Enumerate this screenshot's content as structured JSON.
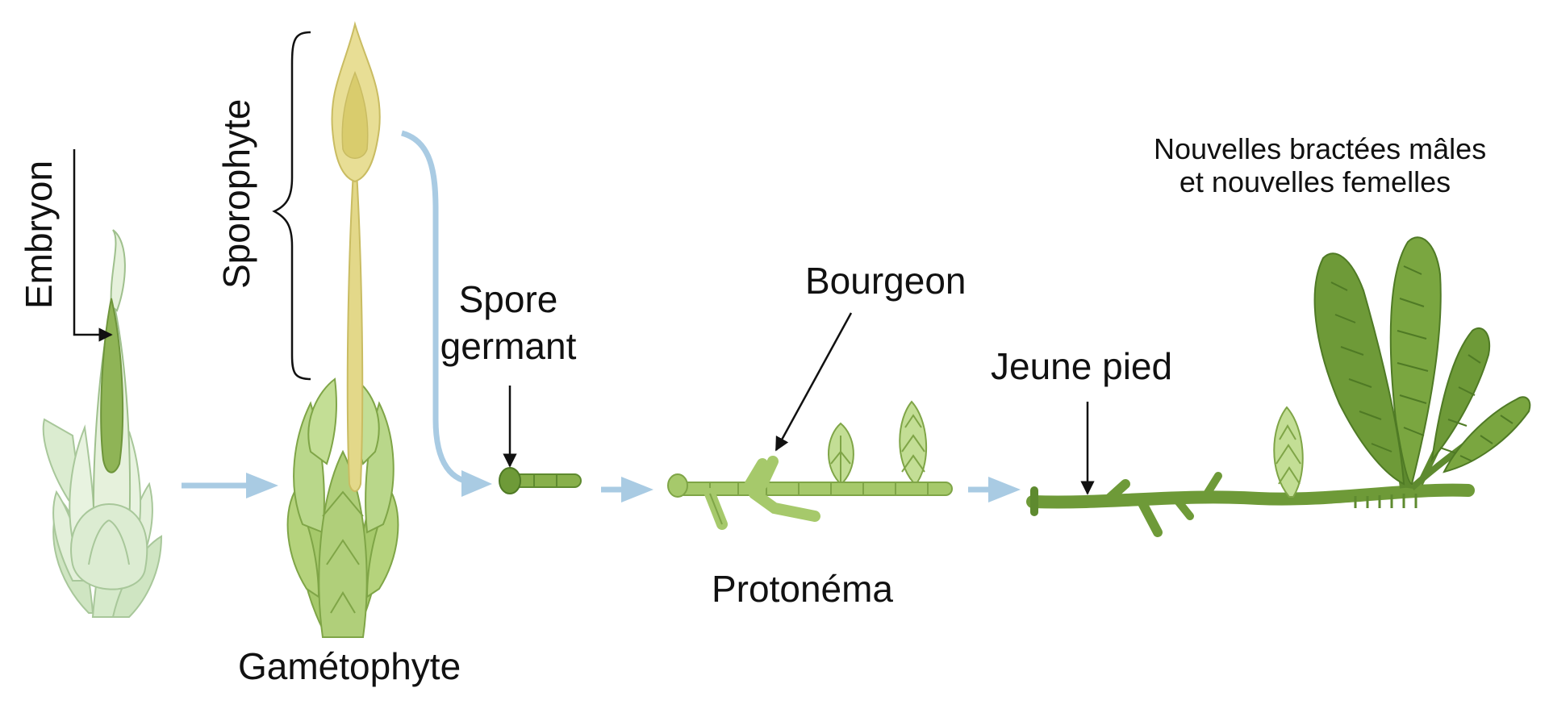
{
  "labels": {
    "embryon": "Embryon",
    "sporophyte": "Sporophyte",
    "gametophyte": "Gamétophyte",
    "spore_line1": "Spore",
    "spore_line2": "germant",
    "bourgeon": "Bourgeon",
    "protonema": "Protonéma",
    "jeune_pied": "Jeune pied",
    "nouvelles_line1": "Nouvelles bractées mâles",
    "nouvelles_line2": "et nouvelles femelles"
  },
  "colors": {
    "dark_green": "#5e8a2f",
    "mid_green": "#88b04b",
    "light_green": "#b9d98a",
    "pale_green": "#dbecd0",
    "sporophyte_yellow": "#e3d889",
    "flow_arrow": "#a9cbe3",
    "pointer": "#111111"
  }
}
